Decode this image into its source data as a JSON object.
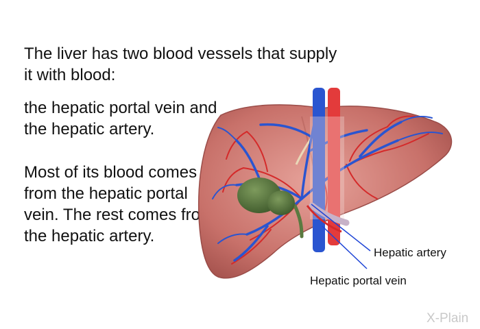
{
  "text": {
    "intro": "The liver has two blood vessels that supply it with blood:",
    "sub": "the hepatic portal vein and the hepatic artery.",
    "detail": "Most of its blood comes from the hepatic portal vein. The rest comes from the hepatic artery."
  },
  "labels": {
    "artery": "Hepatic artery",
    "portal_vein": "Hepatic portal vein"
  },
  "logo": {
    "text": "X-Plain"
  },
  "colors": {
    "liver": "#c8716a",
    "artery": "#e02020",
    "vein": "#2250d0",
    "gallbladder": "#5a7a40"
  }
}
